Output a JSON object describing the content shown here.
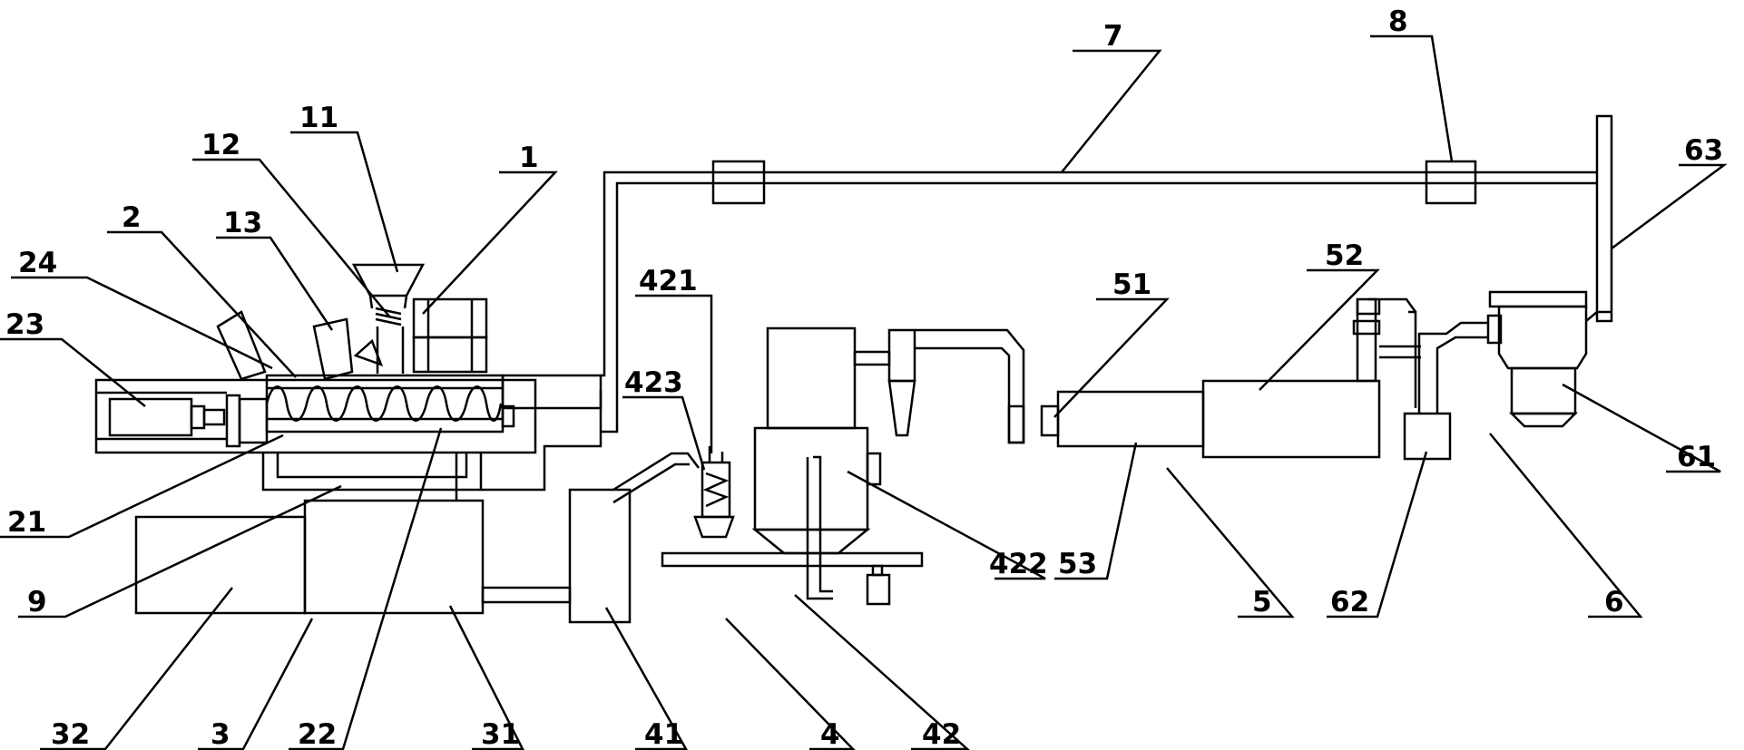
{
  "labels": {
    "l1": "1",
    "l11": "11",
    "l12": "12",
    "l13": "13",
    "l2": "2",
    "l24": "24",
    "l23": "23",
    "l21": "21",
    "l22": "22",
    "l9": "9",
    "l3": "3",
    "l31": "31",
    "l32": "32",
    "l4": "4",
    "l41": "41",
    "l42": "42",
    "l421": "421",
    "l422": "422",
    "l423": "423",
    "l5": "5",
    "l51": "51",
    "l52": "52",
    "l53": "53",
    "l6": "6",
    "l61": "61",
    "l62": "62",
    "l63": "63",
    "l7": "7",
    "l8": "8"
  }
}
